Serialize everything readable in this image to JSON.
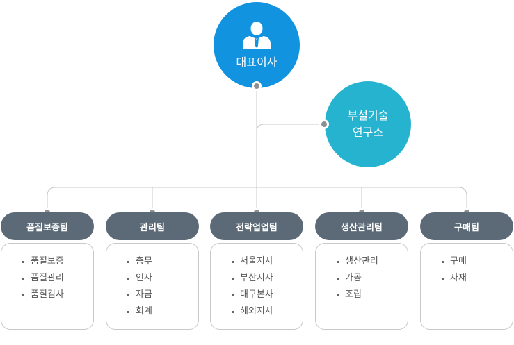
{
  "ceo": {
    "label": "대표이사",
    "icon": "person-icon"
  },
  "lab": {
    "line1": "부설기술",
    "line2": "연구소"
  },
  "colors": {
    "ceo": "#1193e0",
    "lab": "#26b3cf",
    "team_header": "#5c6a77",
    "connector": "#c8c8c8",
    "dot": "#8c8f93"
  },
  "teams": [
    {
      "name": "품질보증팀",
      "items": [
        "품질보증",
        "품질관리",
        "품질검사"
      ]
    },
    {
      "name": "관리팀",
      "items": [
        "총무",
        "인사",
        "자금",
        "회계"
      ]
    },
    {
      "name": "전략업업팀",
      "items": [
        "서울지사",
        "부산지사",
        "대구본사",
        "해외지사"
      ]
    },
    {
      "name": "생산관리팀",
      "items": [
        "생산관리",
        "가공",
        "조립"
      ]
    },
    {
      "name": "구매팀",
      "items": [
        "구매",
        "자재"
      ]
    }
  ]
}
